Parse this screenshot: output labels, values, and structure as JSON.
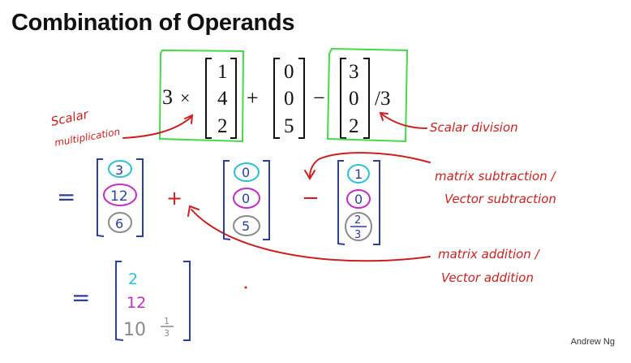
{
  "slide": {
    "title": "Combination of Operands",
    "author": "Andrew Ng"
  },
  "expression": {
    "scalar": "3",
    "times": "×",
    "vec_a": [
      "1",
      "4",
      "2"
    ],
    "plus": "+",
    "vec_b": [
      "0",
      "0",
      "5"
    ],
    "minus": "−",
    "vec_c": [
      "3",
      "0",
      "2"
    ],
    "divide": "/3"
  },
  "annotations": {
    "scalar_mult_line1": "Scalar",
    "scalar_mult_line2": "multiplication",
    "scalar_div": "Scalar division",
    "mat_sub_line1": "matrix subtraction /",
    "mat_sub_line2": "Vector subtraction",
    "mat_add_line1": "matrix addition /",
    "mat_add_line2": "Vector addition"
  },
  "step2": {
    "equals": "=",
    "vec_a": [
      "3",
      "12",
      "6"
    ],
    "plus": "+",
    "vec_b": [
      "0",
      "0",
      "5"
    ],
    "minus": "−",
    "vec_c_top": "1",
    "vec_c_mid": "0",
    "vec_c_frac_num": "2",
    "vec_c_frac_den": "3"
  },
  "result": {
    "equals": "=",
    "values": [
      "2",
      "12"
    ],
    "last_whole": "10",
    "last_frac_num": "1",
    "last_frac_den": "3"
  },
  "colors": {
    "ink_blue": "#2a3f9e",
    "ink_red": "#cc1f1f",
    "ink_cyan": "#25c3d6",
    "ink_magenta": "#c52bc7",
    "ink_gray": "#8a8a8a",
    "box_green": "#43d94a"
  }
}
